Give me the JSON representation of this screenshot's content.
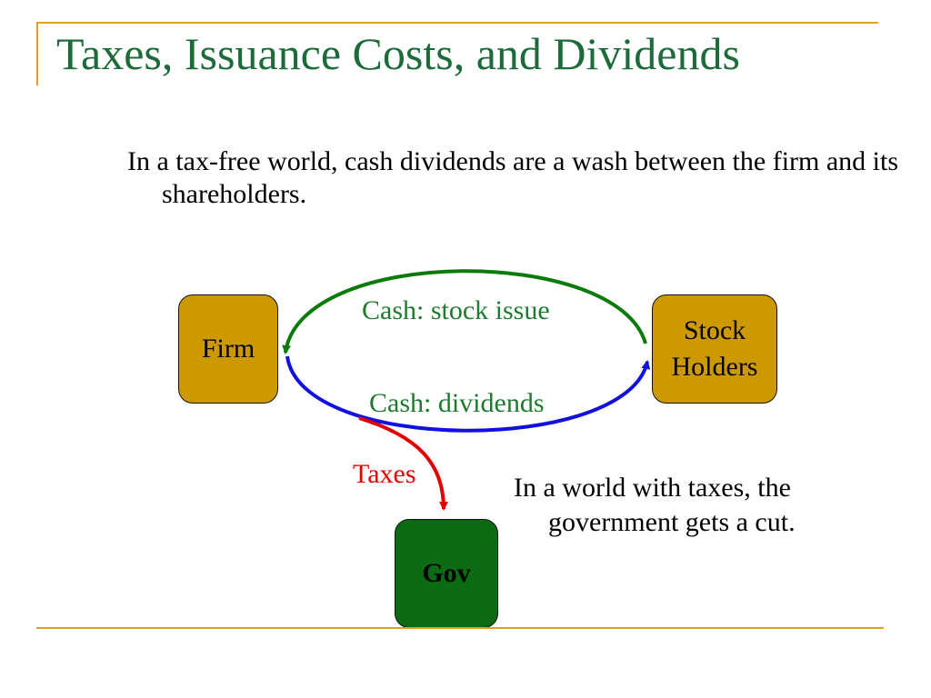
{
  "slide": {
    "title": "Taxes, Issuance Costs, and Dividends",
    "bullet": "In a tax-free world, cash dividends are a wash between the firm and its shareholders."
  },
  "diagram": {
    "nodes": {
      "firm": "Firm",
      "stockholders_line1": "Stock",
      "stockholders_line2": "Holders",
      "gov": "Gov"
    },
    "edges": {
      "stock_issue": "Cash: stock issue",
      "dividends": "Cash: dividends",
      "taxes": "Taxes"
    },
    "colors": {
      "stock_issue": "#0a7a0a",
      "dividends": "#1010e0",
      "taxes": "#e00000",
      "node_fill": "#cc9900",
      "gov_fill": "#0a6b12",
      "accent": "#d9a520",
      "title": "#1d6b3a"
    },
    "note_line1": "In a world with taxes, the",
    "note_line2": "government gets a cut."
  }
}
